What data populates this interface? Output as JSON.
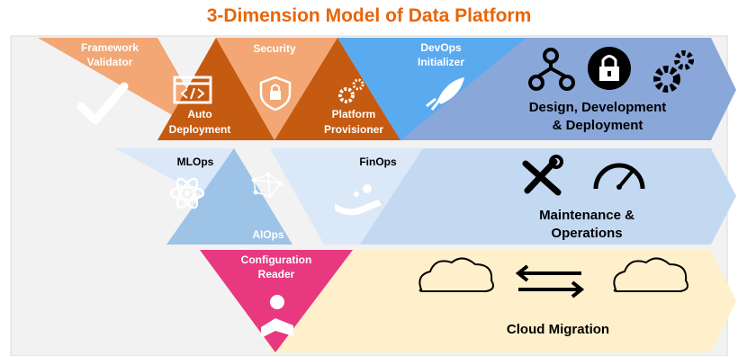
{
  "title": "3-Dimension Model of Data Platform",
  "layers": {
    "design": {
      "label_line1": "Design, Development",
      "label_line2": "& Deployment",
      "items": {
        "framework_validator": [
          "Framework",
          "Validator"
        ],
        "security": [
          "Security"
        ],
        "devops_initializer": [
          "DevOps",
          "Initializer"
        ],
        "auto_deployment": [
          "Auto",
          "Deployment"
        ],
        "platform_provisioner": [
          "Platform",
          "Provisioner"
        ]
      },
      "icons": [
        "branch-icon",
        "padlock-icon",
        "gears-icon",
        "checkmark-icon",
        "code-window-icon",
        "shield-lock-icon",
        "rocket-icon"
      ]
    },
    "maintenance": {
      "label_line1": "Maintenance &",
      "label_line2": "Operations",
      "items": {
        "mlops": [
          "MLOps"
        ],
        "finops": [
          "FinOps"
        ],
        "aiops": [
          "AIOps"
        ]
      },
      "icons": [
        "tools-icon",
        "speedometer-icon",
        "atom-icon",
        "neural-network-icon",
        "money-hand-icon"
      ]
    },
    "cloud": {
      "label": "Cloud Migration",
      "items": {
        "configuration_reader": [
          "Configuration",
          "Reader"
        ]
      },
      "icons": [
        "cloud-icon",
        "exchange-arrows-icon",
        "reader-icon"
      ]
    }
  },
  "colors": {
    "title": "#e8650a",
    "light_orange": "#f2a775",
    "dark_orange": "#c55a11",
    "blue_mid": "#5aaaf0",
    "design_band": "#8aa7da",
    "maint_band": "#c3d9f1",
    "maint_light": "#dbe8f7",
    "maint_mid": "#9dc3e6",
    "cloud_band": "#fff0cc",
    "pink": "#e8387f",
    "background_panel": "#f2f2f2"
  }
}
